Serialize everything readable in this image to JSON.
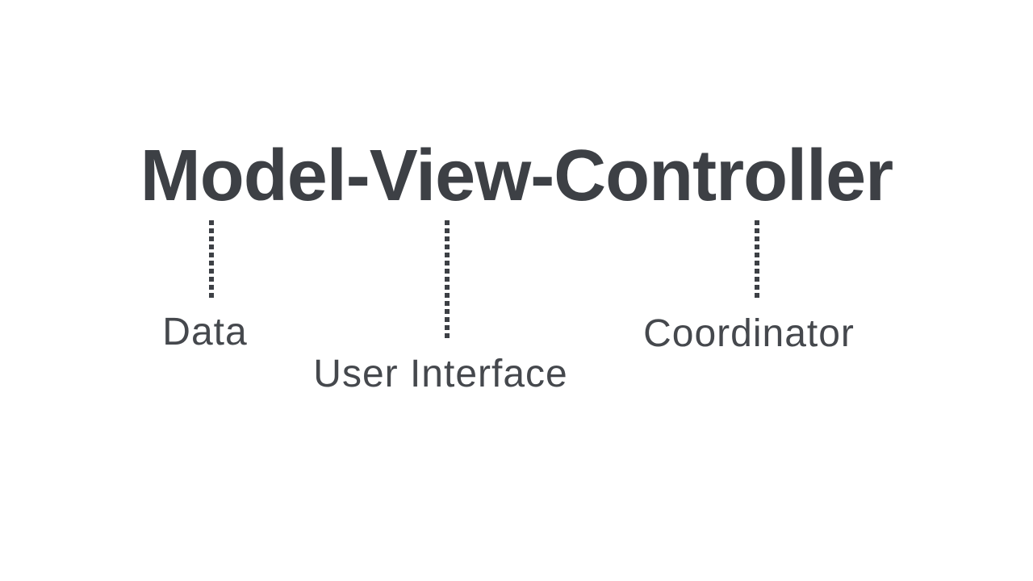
{
  "title": "Model-View-Controller",
  "colors": {
    "background": "#ffffff",
    "ink": "#3d4045",
    "ink_light": "#45484d"
  },
  "annotations": [
    {
      "term": "Model",
      "label": "Data"
    },
    {
      "term": "View",
      "label": "User Interface"
    },
    {
      "term": "Controller",
      "label": "Coordinator"
    }
  ]
}
